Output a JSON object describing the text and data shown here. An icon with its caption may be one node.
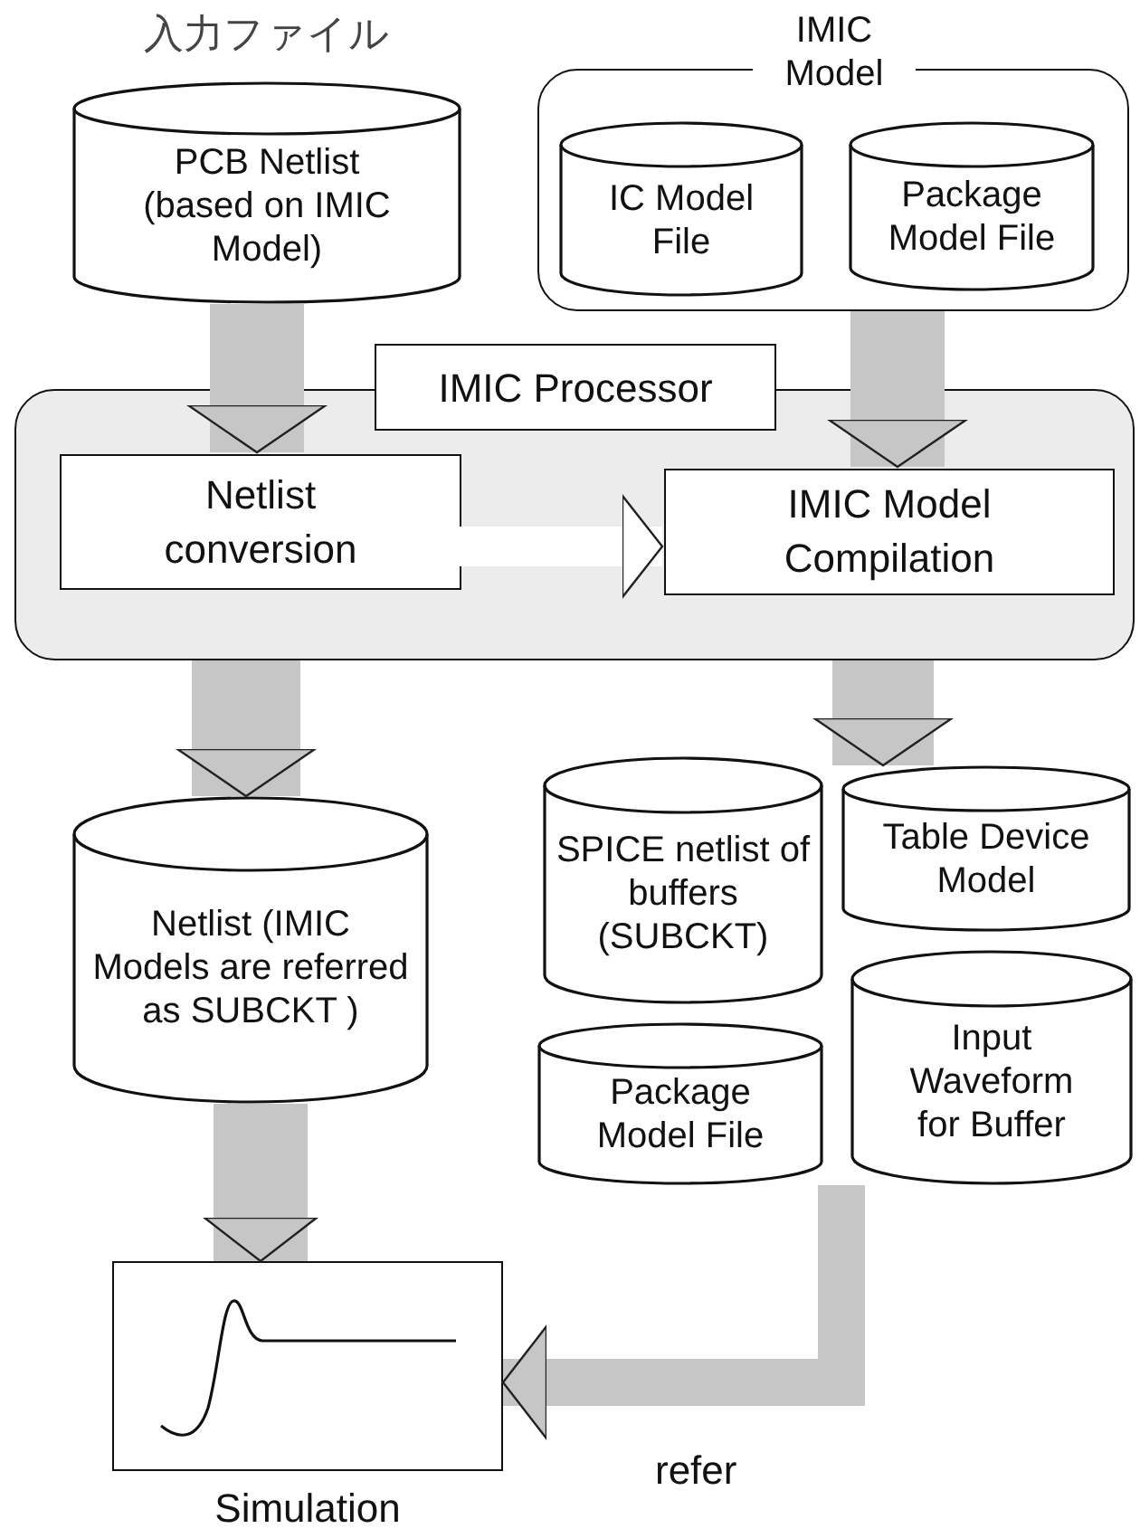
{
  "diagram": {
    "nodes": [
      {
        "text": [
          "PCB Netlist (based on IMIC Model)"
        ],
        "beside": [
          "入力ファイル"
        ]
      },
      {
        "text": [
          "IMIC Model"
        ]
      },
      {
        "text": [
          "IC Model File"
        ],
        "in": 1
      },
      {
        "text": [
          "Package Model File"
        ],
        "in": 1
      },
      {
        "text": [
          "IMIC Processor"
        ]
      },
      {
        "text": [
          "Netlist conversion"
        ],
        "in": 4
      },
      {
        "text": [
          "IMIC Model Compilation"
        ],
        "in": 4
      },
      {
        "text": [
          "Netlist (IMIC Models are referred as SUBCKT )"
        ]
      },
      {
        "text": [
          "SPICE netlist of buffers (SUBCKT)"
        ]
      },
      {
        "text": [
          "Table Device Model"
        ]
      },
      {
        "text": [
          "Package Model File"
        ]
      },
      {
        "text": [
          "Input Waveform for Buffer"
        ]
      },
      {
        "text": [
          "Simulation"
        ]
      }
    ],
    "edges": [
      {
        "from": 0,
        "to": 5,
        "arrow": "to"
      },
      {
        "from": 1,
        "to": 6,
        "arrow": "to"
      },
      {
        "from": 5,
        "to": 6,
        "arrow": "to"
      },
      {
        "from": 4,
        "to": 7,
        "arrow": "to"
      },
      {
        "from": 4,
        "to": 9,
        "arrow": "to"
      },
      {
        "from": 7,
        "to": 12,
        "arrow": "to"
      },
      {
        "from": 11,
        "to": 12,
        "arrow": "to",
        "label": "refer"
      }
    ]
  }
}
